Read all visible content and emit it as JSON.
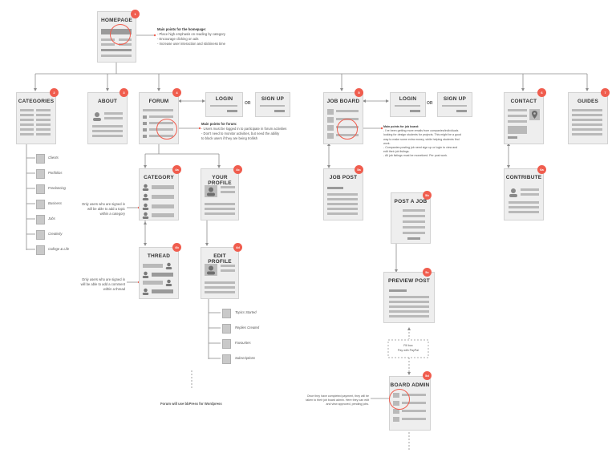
{
  "nodes": {
    "homepage": {
      "title": "HOMEPAGE",
      "badge": "1"
    },
    "categories": {
      "title": "CATEGORIES",
      "badge": "2"
    },
    "about": {
      "title": "ABOUT",
      "badge": "3"
    },
    "forum": {
      "title": "FORUM",
      "badge": "4"
    },
    "login1": {
      "title": "LOGIN"
    },
    "signup1": {
      "title": "SIGN UP"
    },
    "jobboard": {
      "title": "JOB BOARD",
      "badge": "5"
    },
    "login2": {
      "title": "LOGIN"
    },
    "signup2": {
      "title": "SIGN UP"
    },
    "contact": {
      "title": "CONTACT",
      "badge": "6"
    },
    "guides": {
      "title": "GUIDES",
      "badge": "7"
    },
    "category": {
      "title": "CATEGORY",
      "badge": "4a"
    },
    "yourprofile": {
      "title": "YOUR PROFILE",
      "badge": "4c"
    },
    "thread": {
      "title": "THREAD",
      "badge": "4b"
    },
    "editprofile": {
      "title": "EDIT PROFILE",
      "badge": "4d"
    },
    "jobpost": {
      "title": "JOB POST",
      "badge": "5a"
    },
    "postajob": {
      "title": "POST A JOB",
      "badge": "5b"
    },
    "previewpost": {
      "title": "PREVIEW POST",
      "badge": "5c"
    },
    "boardadmin": {
      "title": "BOARD ADMIN",
      "badge": "5d"
    },
    "contribute": {
      "title": "CONTRIBUTE",
      "badge": "6a"
    }
  },
  "or_label": "OR",
  "notes": {
    "homepage_head": "Main points for the homepage:",
    "homepage_lines": [
      "- Place high emphasis on reading by category",
      "- Encourage clicking on ads",
      "- Increase user interaction and stickiness time"
    ],
    "forum_head": "Main points for forum:",
    "forum_lines": [
      "- Users must be logged in to participate in forum activities",
      "- Don't need to monitor activities, but need the ability",
      "  to block users if they are being trollish"
    ],
    "jobboard_head": "Main points for job board:",
    "jobboard_lines": [
      "- I've been getting more emails from companies/individuals",
      "  looking for design students for projects. This might be a good",
      "  way to make some extra money, while helping students find",
      "  work.",
      "- Companies posting job need sign up or login to view and",
      "  edit their job listings.",
      "- All job listings must be monetized. Per post work."
    ],
    "category_note": [
      "Only users who are signed in",
      "will be able to add a topic",
      "within a category"
    ],
    "thread_note": [
      "Only users who are signed in",
      "will be able to add a comment",
      "within a thread"
    ],
    "forum_footer": "Forum will use bbPress for Wordpress",
    "fill_box": [
      "Fill box",
      "Pay with PayPal"
    ],
    "admin_note": [
      "Once they have completed payment, they will be",
      "taken to their job board admin. Here they can edit",
      "and view approved, pending jobs."
    ]
  },
  "category_list": [
    "Clients",
    "Portfolios",
    "Freelancing",
    "Business",
    "Jobs",
    "Creativity",
    "College & Life"
  ],
  "profile_list": [
    "Topics Started",
    "Replies Created",
    "Favourites",
    "Subscriptions"
  ],
  "colors": {
    "accent": "#f05d4e",
    "card": "#eeeeee",
    "bar": "#b9b9b9"
  }
}
